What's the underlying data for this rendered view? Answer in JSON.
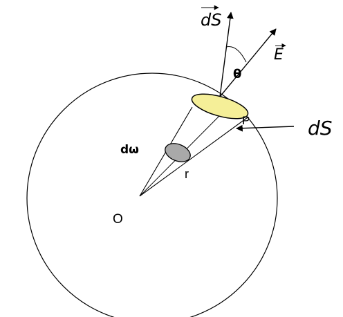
{
  "labels": {
    "vector_ds_top": "dS",
    "vector_e": "E",
    "theta": "θ",
    "point_p": "P",
    "ds_side": "dS",
    "solid_angle": "dω",
    "radius": "r",
    "origin": "O"
  },
  "colors": {
    "stroke": "#000000",
    "surface_fill": "#f5ef98",
    "inner_fill": "#a9a9a9",
    "background": "#ffffff"
  }
}
